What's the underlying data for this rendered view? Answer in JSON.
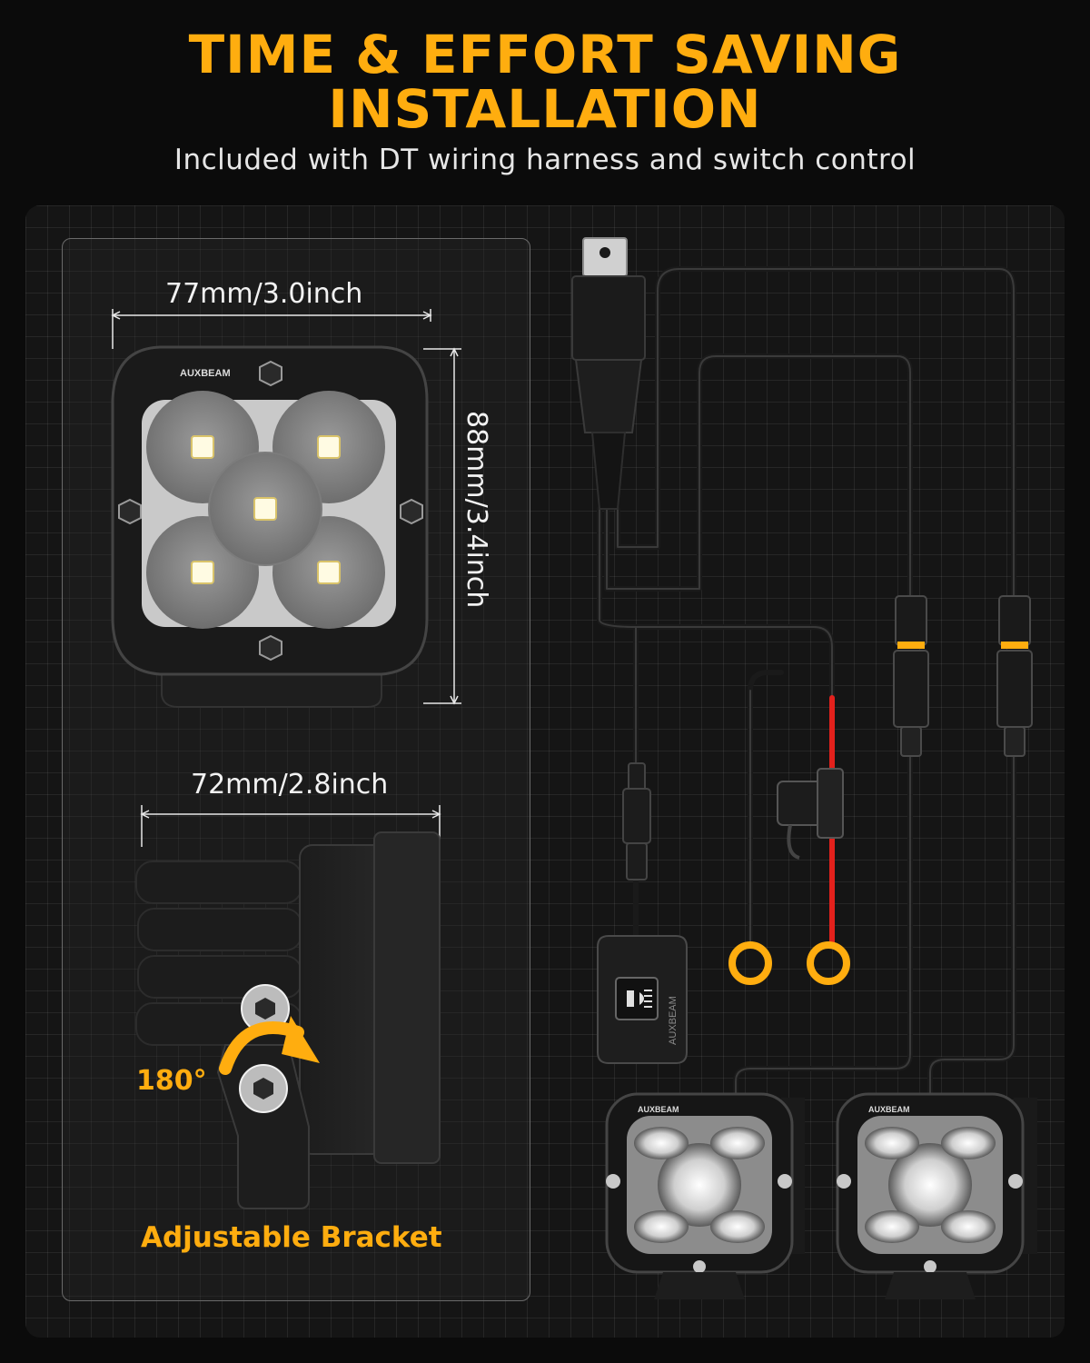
{
  "header": {
    "title_line1": "TIME & EFFORT SAVING",
    "title_line2": "INSTALLATION",
    "subtitle": "Included with DT wiring harness and switch control"
  },
  "dimensions": {
    "front_width": "77mm/3.0inch",
    "front_height": "88mm/3.4inch",
    "side_width": "72mm/2.8inch"
  },
  "bracket": {
    "rotation": "180°",
    "label": "Adjustable Bracket"
  },
  "brand": {
    "logo_text": "AUXBEAM"
  },
  "colors": {
    "accent": "#ffad0f",
    "background": "#0b0b0b",
    "power_wire": "#e3211c",
    "grid_line": "#2a2a2a"
  },
  "icons": [
    "relay-icon",
    "switch-icon",
    "fuse-holder-icon",
    "ring-terminal-icon",
    "dt-connector-icon",
    "rotate-arrow-icon"
  ]
}
